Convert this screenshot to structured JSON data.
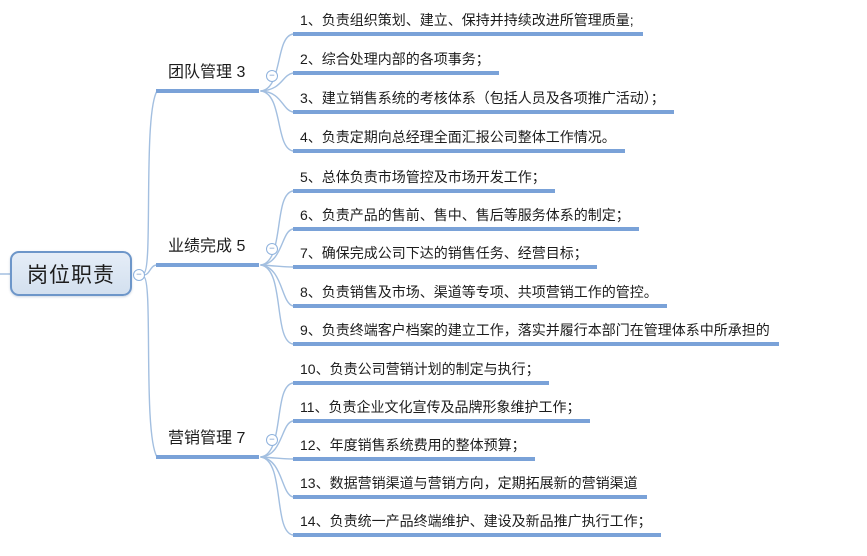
{
  "root": {
    "label": "岗位职责"
  },
  "branches": [
    {
      "label": "团队管理 3",
      "children": [
        "1、负责组织策划、建立、保持并持续改进所管理质量;",
        "2、综合处理内部的各项事务；",
        "3、建立销售系统的考核体系（包括人员及各项推广活动）；",
        "4、负责定期向总经理全面汇报公司整体工作情况。"
      ]
    },
    {
      "label": "业绩完成 5",
      "children": [
        "5、总体负责市场管控及市场开发工作；",
        "6、负责产品的售前、售中、售后等服务体系的制定；",
        "7、确保完成公司下达的销售任务、经营目标；",
        "8、负责销售及市场、渠道等专项、共项营销工作的管控。",
        "9、负责终端客户档案的建立工作，落实并履行本部门在管理体系中所承担的"
      ]
    },
    {
      "label": "营销管理 7",
      "children": [
        "10、负责公司营销计划的制定与执行；",
        "11、负责企业文化宣传及品牌形象维护工作；",
        "12、年度销售系统费用的整体预算；",
        "13、数据营销渠道与营销方向，定期拓展新的营销渠道",
        "14、负责统一产品终端维护、建设及新品推广执行工作；"
      ]
    }
  ],
  "icons": {
    "collapse": "−"
  },
  "colors": {
    "node_bar": "#7aa2d8",
    "connector": "#a3bfe0",
    "root_fill": "#dbe6f3",
    "root_border": "#6d96c9",
    "collapse_circle_border": "#8fb2dd",
    "text": "#1c1c1c"
  }
}
